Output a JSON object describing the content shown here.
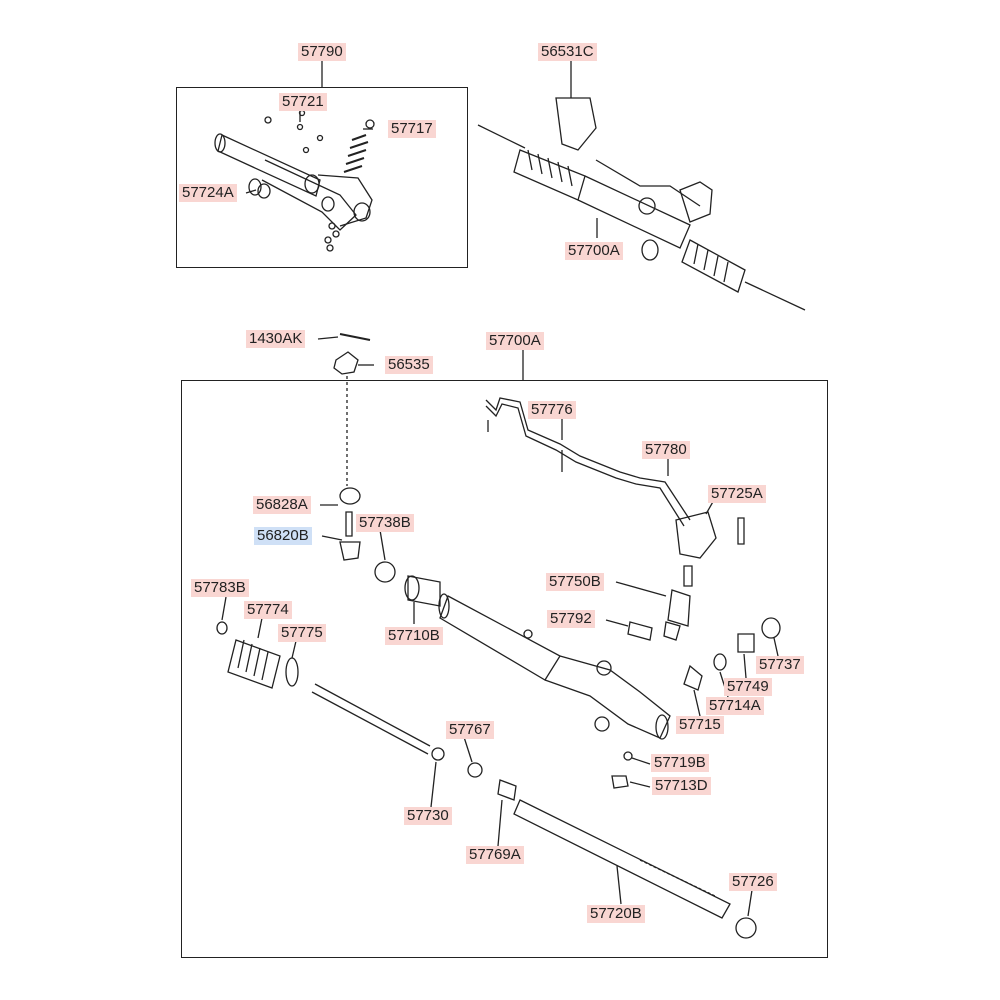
{
  "colors": {
    "label_bg": "#f9d6d2",
    "selected_label_bg": "#cfe0f6",
    "line": "#222222"
  },
  "selected_part": "56820B",
  "labels": {
    "p57790": "57790",
    "p57721": "57721",
    "p57717": "57717",
    "p57724A": "57724A",
    "p56531C": "56531C",
    "p57700A_top": "57700A",
    "p1430AK": "1430AK",
    "p56535": "56535",
    "p57700A_main": "57700A",
    "p57776": "57776",
    "p57780": "57780",
    "p57725A": "57725A",
    "p56828A": "56828A",
    "p56820B": "56820B",
    "p57738B": "57738B",
    "p57750B": "57750B",
    "p57783B": "57783B",
    "p57774": "57774",
    "p57775": "57775",
    "p57710B": "57710B",
    "p57792": "57792",
    "p57737": "57737",
    "p57749": "57749",
    "p57714A": "57714A",
    "p57715": "57715",
    "p57767": "57767",
    "p57719B": "57719B",
    "p57713D": "57713D",
    "p57730": "57730",
    "p57769A": "57769A",
    "p57726": "57726",
    "p57720B": "57720B"
  }
}
